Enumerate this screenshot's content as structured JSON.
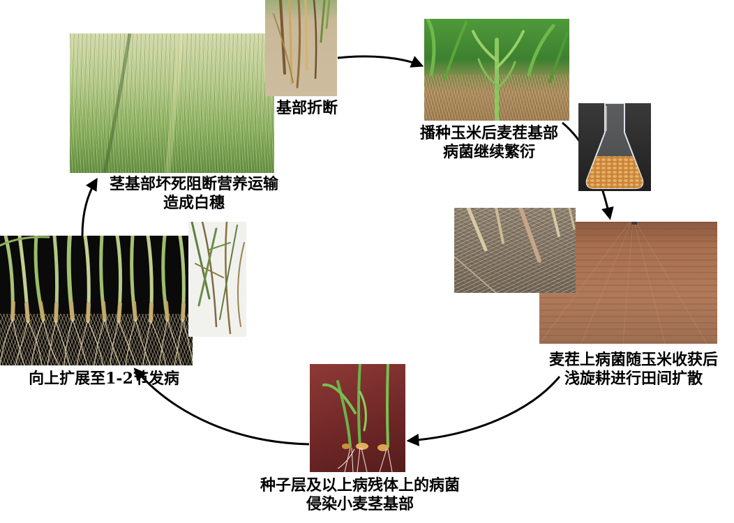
{
  "captions": {
    "stem_break": "基部折断",
    "corn_sowing": [
      "播种玉米后麦茬基部",
      "病菌继续繁衍"
    ],
    "spread": [
      "麦茬上病菌随玉米收获后",
      "浅旋耕进行田间扩散"
    ],
    "infection": [
      "种子层及以上病残体上的病菌",
      "侵染小麦茎基部"
    ],
    "upward": "向上扩展至1-2节发病",
    "whitehead": [
      "茎基部坏死阻断营养运输",
      "造成白穗"
    ]
  },
  "colors": {
    "background": "#ffffff",
    "text": "#000000",
    "arrow": "#000000"
  }
}
